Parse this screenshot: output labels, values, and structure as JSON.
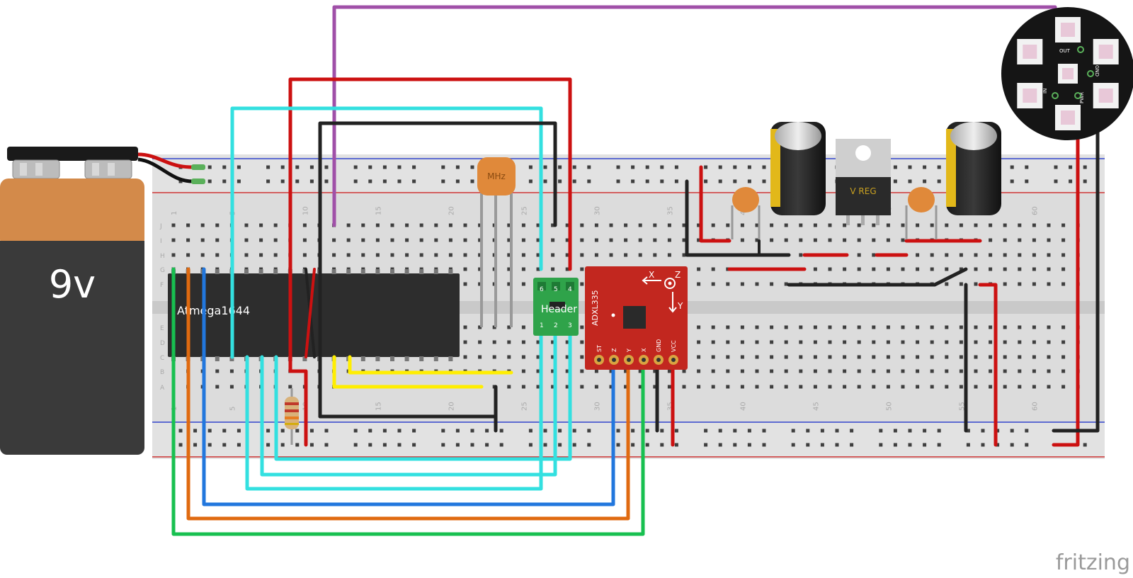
{
  "battery": {
    "label": "9v"
  },
  "chip": {
    "label": "Atmega1644"
  },
  "resonator": {
    "label": "MHz"
  },
  "header_board": {
    "label": "Header",
    "top_pins": [
      "6",
      "5",
      "4"
    ],
    "bottom_pins": [
      "1",
      "2",
      "3"
    ]
  },
  "accelerometer": {
    "label": "ADXL335",
    "pins": [
      "ST",
      "Z",
      "Y",
      "X",
      "GND",
      "VCC"
    ],
    "axis_x": "X",
    "axis_y": "Y",
    "axis_z": "Z"
  },
  "regulator": {
    "label": "V REG"
  },
  "neopixel_ring": {
    "out_label": "OUT",
    "gnd_label": "GND",
    "in_label": "IN",
    "pwr_label": "PWR"
  },
  "breadboard": {
    "rows_top": [
      "J",
      "I",
      "H",
      "G",
      "F"
    ],
    "rows_bottom": [
      "E",
      "D",
      "C",
      "B",
      "A"
    ],
    "col_numbers": [
      "1",
      "5",
      "10",
      "15",
      "20",
      "25",
      "30",
      "35",
      "40",
      "45",
      "50",
      "55",
      "60"
    ]
  },
  "brand": {
    "label": "fritzing"
  },
  "colors": {
    "red": "#cc1111",
    "black": "#222222",
    "cyan": "#33e0e0",
    "purple": "#a050a8",
    "yellow": "#ffee00",
    "blue": "#2277dd",
    "orange": "#e06a10",
    "green": "#18c050"
  }
}
